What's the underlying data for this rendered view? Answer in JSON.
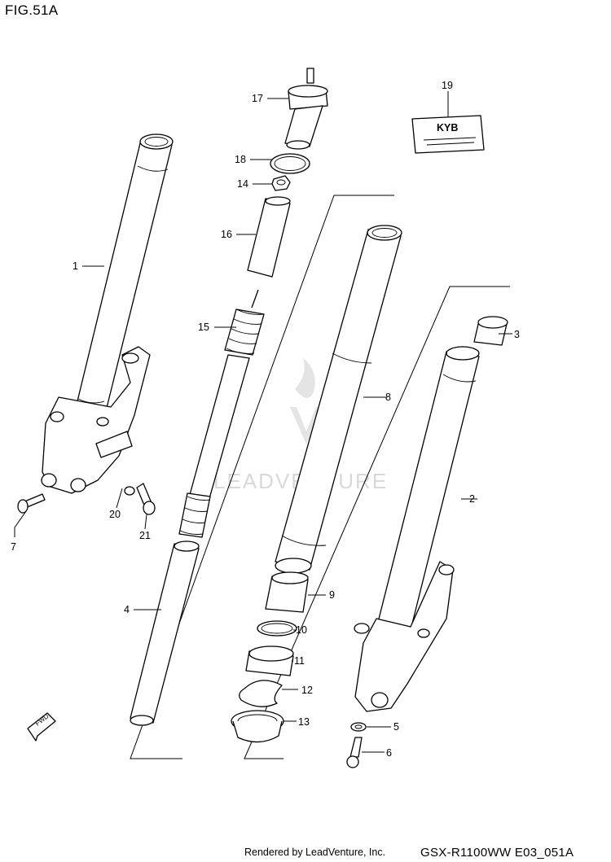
{
  "figure": {
    "title": "FIG.51A"
  },
  "watermark": {
    "text": "LEADVENTURE"
  },
  "direction_arrow": {
    "label": "FWD"
  },
  "decal": {
    "text": "KYB"
  },
  "callouts": [
    "1",
    "2",
    "3",
    "4",
    "5",
    "6",
    "7",
    "8",
    "9",
    "10",
    "11",
    "12",
    "13",
    "14",
    "15",
    "16",
    "17",
    "18",
    "19",
    "20",
    "21"
  ],
  "footer": {
    "rendered_by": "Rendered by LeadVenture, Inc.",
    "code": "GSX-R1100WW  E03_051A"
  }
}
